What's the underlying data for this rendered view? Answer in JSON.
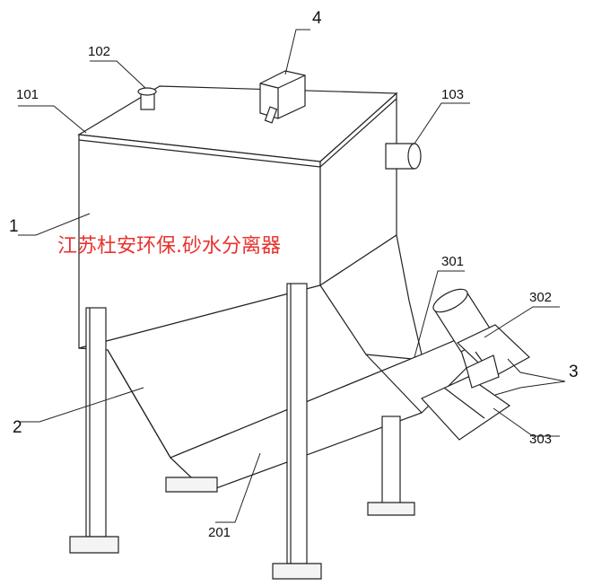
{
  "labels": {
    "l1": "1",
    "l2": "2",
    "l3": "3",
    "l4": "4",
    "l101": "101",
    "l102": "102",
    "l103": "103",
    "l201": "201",
    "l301": "301",
    "l302": "302",
    "l303": "303"
  },
  "watermark": "江苏杜安环保.砂水分离器"
}
